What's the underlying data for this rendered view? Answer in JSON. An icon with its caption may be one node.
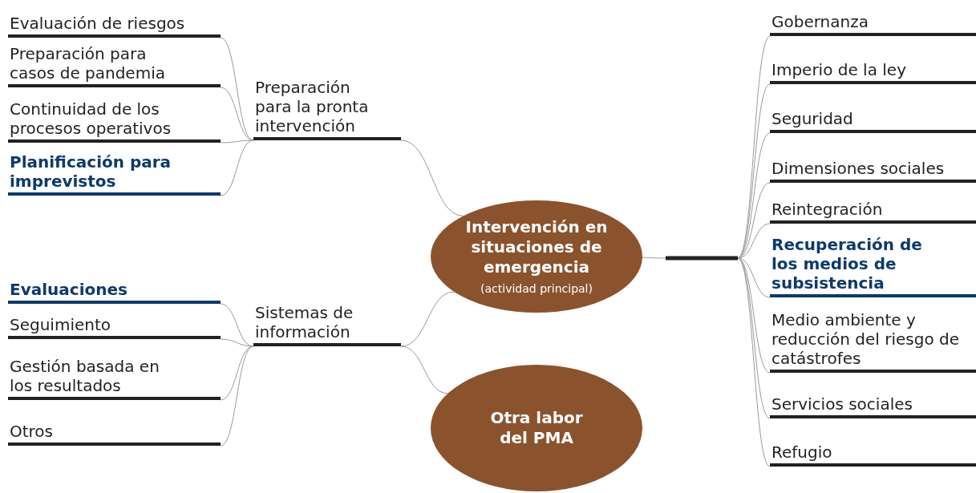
{
  "diagram": {
    "nodes": [
      {
        "text": [
          "Intervención en situaciones de emergencia",
          "(actividad principal)"
        ]
      },
      {
        "text": [
          "Otra labor del PMA"
        ]
      },
      {
        "text": [
          "Preparación para la pronta intervención"
        ]
      },
      {
        "text": [
          "Evaluación de riesgos"
        ]
      },
      {
        "text": [
          "Preparación para casos de pandemia"
        ]
      },
      {
        "text": [
          "Continuidad de los procesos operativos"
        ]
      },
      {
        "text": [
          "Planificación para imprevistos"
        ]
      },
      {
        "text": [
          "Sistemas de información"
        ]
      },
      {
        "text": [
          "Evaluaciones"
        ]
      },
      {
        "text": [
          "Seguimiento"
        ]
      },
      {
        "text": [
          "Gestión basada en los resultados"
        ]
      },
      {
        "text": [
          "Otros"
        ]
      },
      {
        "text": [],
        "shape": "bar"
      },
      {
        "text": [
          "Gobernanza"
        ]
      },
      {
        "text": [
          "Imperio de la ley"
        ]
      },
      {
        "text": [
          "Seguridad"
        ]
      },
      {
        "text": [
          "Dimensiones sociales"
        ]
      },
      {
        "text": [
          "Reintegración"
        ]
      },
      {
        "text": [
          "Recuperación de los medios de subsistencia"
        ]
      },
      {
        "text": [
          "Medio ambiente y reducción del riesgo de catástrofes"
        ]
      },
      {
        "text": [
          "Servicios sociales"
        ]
      },
      {
        "text": [
          "Refugio"
        ]
      }
    ],
    "edges": [
      {
        "from": 0,
        "to": 2,
        "arrow": "none"
      },
      {
        "from": 0,
        "to": 7,
        "arrow": "none"
      },
      {
        "from": 7,
        "to": 1,
        "arrow": "none"
      },
      {
        "from": 2,
        "to": 3,
        "arrow": "none"
      },
      {
        "from": 2,
        "to": 4,
        "arrow": "none"
      },
      {
        "from": 2,
        "to": 5,
        "arrow": "none"
      },
      {
        "from": 2,
        "to": 6,
        "arrow": "none"
      },
      {
        "from": 7,
        "to": 8,
        "arrow": "none"
      },
      {
        "from": 7,
        "to": 9,
        "arrow": "none"
      },
      {
        "from": 7,
        "to": 10,
        "arrow": "none"
      },
      {
        "from": 7,
        "to": 11,
        "arrow": "none"
      },
      {
        "from": 0,
        "to": 12,
        "arrow": "none"
      },
      {
        "from": 12,
        "to": 13,
        "arrow": "none"
      },
      {
        "from": 12,
        "to": 14,
        "arrow": "none"
      },
      {
        "from": 12,
        "to": 15,
        "arrow": "none"
      },
      {
        "from": 12,
        "to": 16,
        "arrow": "none"
      },
      {
        "from": 12,
        "to": 17,
        "arrow": "none"
      },
      {
        "from": 12,
        "to": 18,
        "arrow": "none"
      },
      {
        "from": 12,
        "to": 19,
        "arrow": "none"
      },
      {
        "from": 12,
        "to": 20,
        "arrow": "none"
      },
      {
        "from": 12,
        "to": 21,
        "arrow": "none"
      }
    ]
  }
}
